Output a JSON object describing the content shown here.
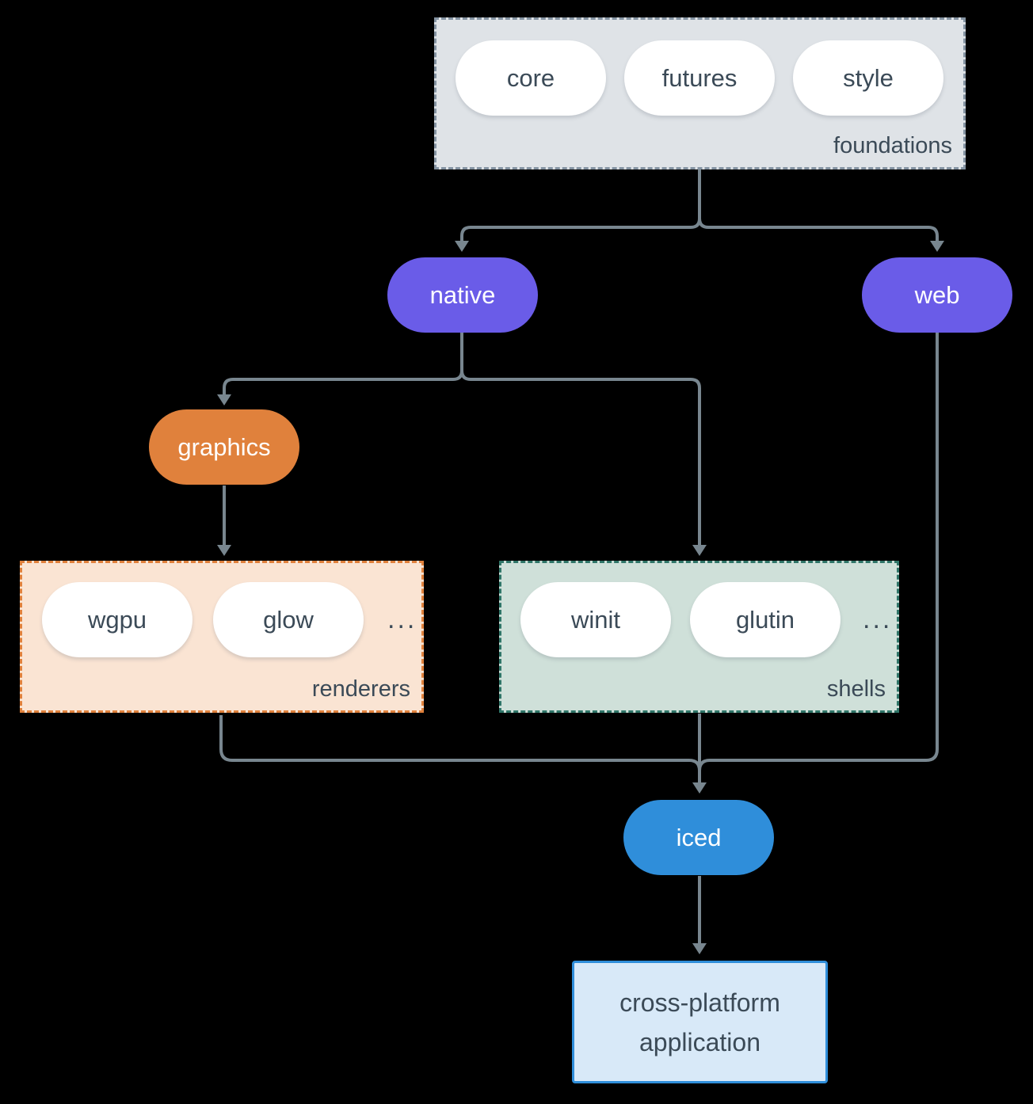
{
  "colors": {
    "bg": "#000000",
    "ink": "#3b4a57",
    "arrow": "#78868f",
    "purple": "#6a5ce8",
    "orange": "#e0813c",
    "blue": "#2f8eda",
    "foundations_bg": "#dfe3e7",
    "foundations_border": "#8493a2",
    "renderers_bg": "#fae4d3",
    "renderers_border": "#e0813c",
    "shells_bg": "#cfe0d9",
    "shells_border": "#2f7568",
    "app_bg": "#d8e9f8"
  },
  "foundations": {
    "label": "foundations",
    "pills": [
      "core",
      "futures",
      "style"
    ]
  },
  "nodes": {
    "native": "native",
    "web": "web",
    "graphics": "graphics",
    "iced": "iced"
  },
  "renderers": {
    "label": "renderers",
    "pills": [
      "wgpu",
      "glow"
    ],
    "more": "..."
  },
  "shells": {
    "label": "shells",
    "pills": [
      "winit",
      "glutin"
    ],
    "more": "..."
  },
  "app": {
    "label": "cross-platform application"
  }
}
